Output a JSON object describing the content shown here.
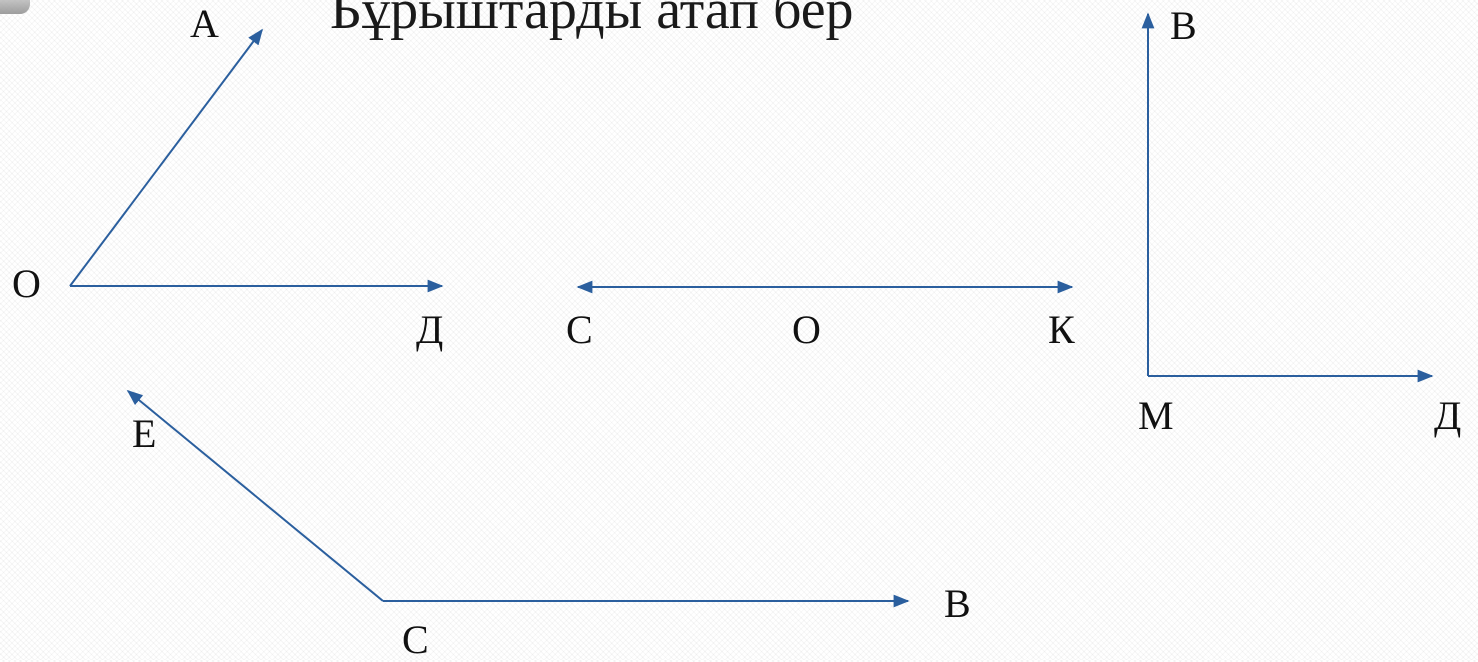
{
  "title": "Бұрыштарды атап бер",
  "colors": {
    "ray": "#2b5f9e",
    "text": "#111111"
  },
  "figures": [
    {
      "id": "angle-aod",
      "labels": {
        "vertex": "О",
        "ray1": "А",
        "ray2": "Д"
      }
    },
    {
      "id": "straight-angle-cok",
      "labels": {
        "left": "С",
        "center": "О",
        "right": "К"
      }
    },
    {
      "id": "right-angle-bmd",
      "labels": {
        "ray1": "В",
        "vertex": "М",
        "ray2": "Д"
      }
    },
    {
      "id": "obtuse-angle-ecb",
      "labels": {
        "ray1": "Е",
        "vertex": "С",
        "ray2": "В"
      }
    }
  ]
}
